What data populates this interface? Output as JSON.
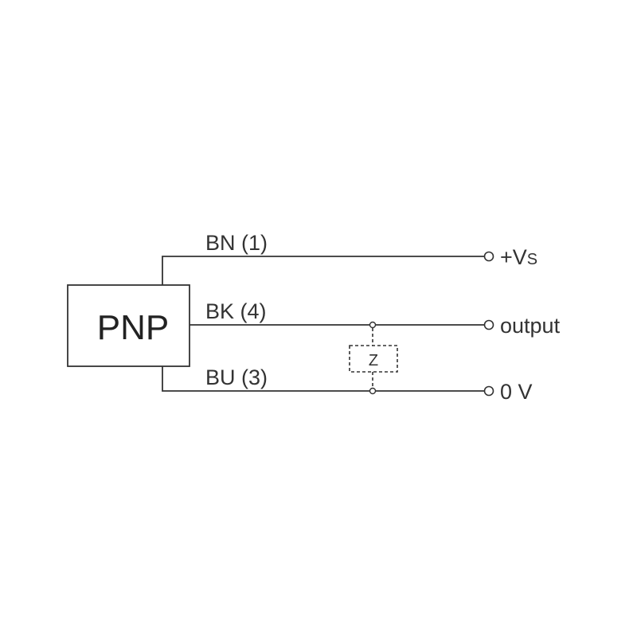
{
  "sensor": {
    "type_label": "PNP"
  },
  "wires": [
    {
      "color_code": "BN (1)",
      "terminal": "+V",
      "terminal_sub": "S"
    },
    {
      "color_code": "BK (4)",
      "terminal": "output",
      "terminal_sub": ""
    },
    {
      "color_code": "BU (3)",
      "terminal": "0 V",
      "terminal_sub": ""
    }
  ],
  "load": {
    "label": "Z"
  },
  "colors": {
    "line": "#333333",
    "background": "#ffffff"
  }
}
